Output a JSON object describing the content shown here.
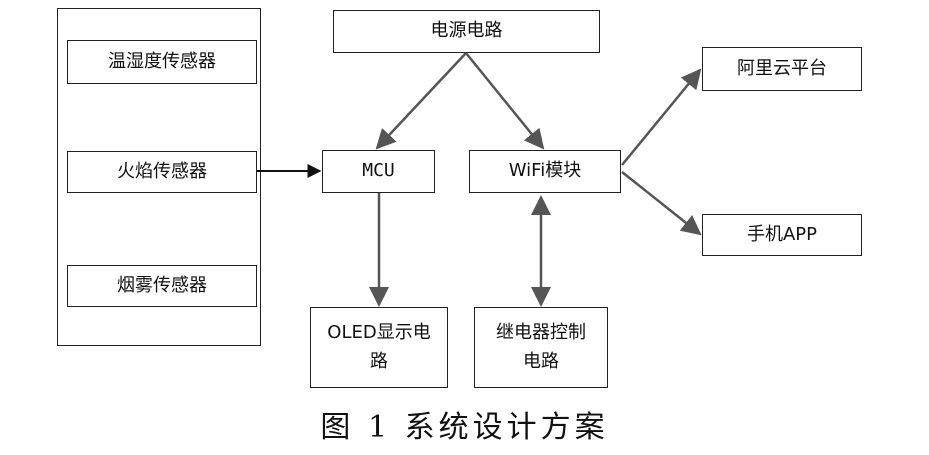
{
  "nodes": {
    "temp_humidity": "温湿度传感器",
    "flame": "火焰传感器",
    "smoke": "烟雾传感器",
    "power": "电源电路",
    "mcu": "MCU",
    "wifi": "WiFi模块",
    "aliyun": "阿里云平台",
    "phone_app": "手机APP",
    "oled_line1": "OLED显示电",
    "oled_line2": "路",
    "relay_line1": "继电器控制",
    "relay_line2": "电路"
  },
  "caption": "图 1  系统设计方案"
}
